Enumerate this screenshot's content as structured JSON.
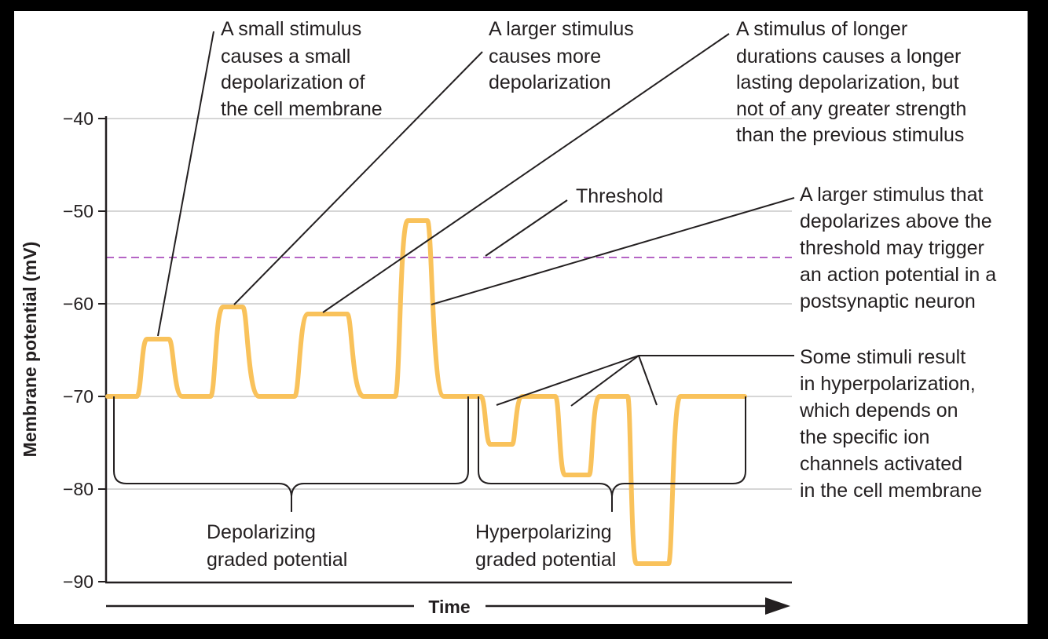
{
  "colors": {
    "trace": "#f9c25b",
    "threshold": "#b565c5",
    "ink": "#231f20",
    "grid": "#c8c8c8",
    "frame": "#000000"
  },
  "axes": {
    "y_title": "Membrane potential (mV)",
    "x_title": "Time",
    "y_ticks": [
      "−40",
      "−50",
      "−60",
      "−70",
      "−80",
      "−90"
    ],
    "y_values": [
      -40,
      -50,
      -60,
      -70,
      -80,
      -90
    ],
    "ylim": [
      -90,
      -40
    ]
  },
  "threshold": {
    "label": "Threshold",
    "value": -55
  },
  "braces": {
    "depolarizing": [
      "Depolarizing",
      "graded potential"
    ],
    "hyperpolarizing": [
      "Hyperpolarizing",
      "graded potential"
    ]
  },
  "annotations": {
    "small_stimulus": [
      "A small stimulus",
      "causes a small",
      "depolarization of",
      "the cell membrane"
    ],
    "larger_stimulus": [
      "A larger stimulus",
      "causes more",
      "depolarization"
    ],
    "longer_stimulus": [
      "A stimulus of longer",
      "durations causes a longer",
      "lasting depolarization, but",
      "not of any greater strength",
      "than the previous stimulus"
    ],
    "above_threshold": [
      "A larger stimulus that",
      "depolarizes above the",
      "threshold may trigger",
      "an action potential in a",
      "postsynaptic neuron"
    ],
    "hyperpolarization": [
      "Some stimuli result",
      "in hyperpolarization,",
      "which depends on",
      "the specific ion",
      "channels activated",
      "in the cell membrane"
    ]
  },
  "trace": {
    "baseline": -70,
    "pulse_peaks_mV": [
      -64,
      -60.5,
      -61.2,
      -51.2,
      -75.2,
      -78.5,
      -88
    ]
  }
}
